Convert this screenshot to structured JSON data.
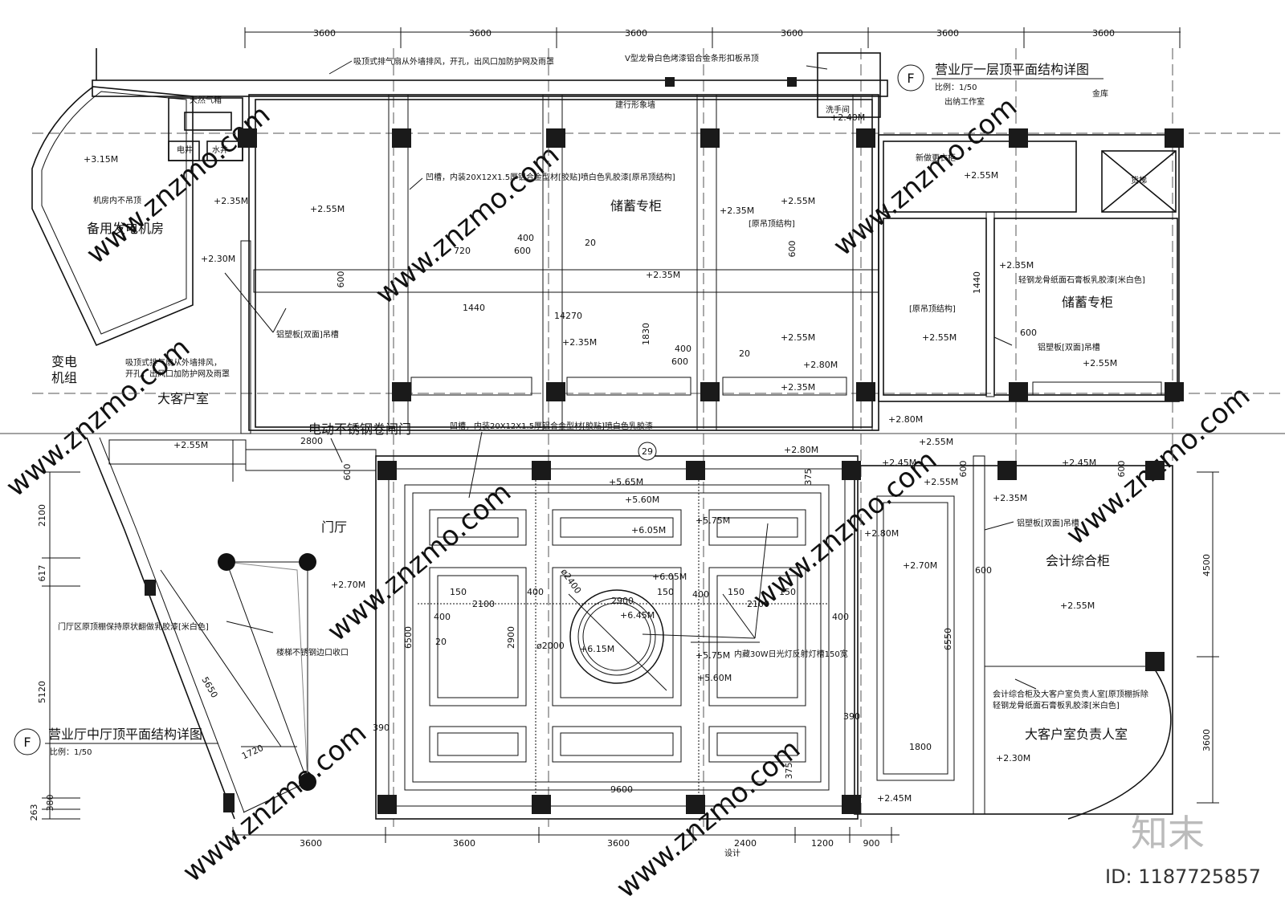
{
  "titles": {
    "upper": {
      "badge": "F",
      "name": "营业厅一层顶平面结构详图",
      "scale": "比例：1/50"
    },
    "lower": {
      "badge": "F",
      "name": "营业厅中厅顶平面结构详图",
      "scale": "比例：1/50"
    }
  },
  "grid_dims": {
    "top": [
      "3600",
      "3600",
      "3600",
      "3600",
      "3600",
      "3600"
    ],
    "bottom": [
      "3600",
      "3600",
      "3600",
      "2400",
      "1200",
      "900"
    ],
    "left": [
      "2100",
      "617",
      "5120",
      "380",
      "263"
    ],
    "right": [
      "4500",
      "3600"
    ]
  },
  "rooms": {
    "generator": "备用发电机房",
    "generator_note": "机房内不吊顶",
    "transformer_1": "变电",
    "transformer_2": "机组",
    "vip_room": "大客户室",
    "vip_manager": "大客户室负责人室",
    "lobby": "门厅",
    "savings_1": "储蓄专柜",
    "savings_2": "储蓄专柜",
    "accounting": "会计综合柜",
    "gas": "天然气箱",
    "elec_shaft": "电井",
    "water_shaft": "水井",
    "washroom": "洗手间",
    "cashier": "出纳工作室",
    "vault": "金库",
    "wardrobe": "新做更衣柜",
    "lift": "货梯",
    "image_wall": "建行形象墙",
    "rolling_door": "电动不锈钢卷闸门",
    "design": "设计"
  },
  "notes": {
    "exhaust_top": "吸顶式排气扇从外墙排风，开孔，出风口加防护网及雨罩",
    "exhaust_left_1": "吸顶式排气扇从外墙排风，",
    "exhaust_left_2": "开孔，出风口加防护网及雨罩",
    "v_keel": "V型龙骨白色烤漆铝合金条形扣板吊顶",
    "groove_1": "凹槽，内装20X12X1.5厚铝合金型材[胶贴]喷白色乳胶漆[原吊顶结构]",
    "groove_2": "凹槽，内装20X12X1.5厚铝合金型材[胶贴]喷白色乳胶漆",
    "orig_ceiling": "[原吊顶结构]",
    "orig_ceiling_2": "[原吊顶结构]",
    "alu_trough_1": "铝塑板[双面]吊槽",
    "alu_trough_2": "铝塑板[双面]吊槽",
    "alu_trough_3": "铝塑板[双面]吊槽",
    "gypsum": "轻钢龙骨纸面石膏板乳胶漆[米白色]",
    "lobby_note": "门厅区原顶棚保持原状翻做乳胶漆[米白色]",
    "stair_note": "楼梯不锈钢边口收口",
    "light_trough": "内藏30W日光灯反射灯槽150宽",
    "acc_note_1": "会计综合柜及大客户室负责人室[原顶棚拆除",
    "acc_note_2": "轻钢龙骨纸面石膏板乳胶漆[米白色]"
  },
  "elevations": [
    "+3.15M",
    "+2.35M",
    "+2.30M",
    "+2.55M",
    "+2.35M",
    "+2.35M",
    "+2.55M",
    "+2.35M",
    "+2.55M",
    "+2.40M",
    "+2.55M",
    "+2.35M",
    "+2.55M",
    "+2.55M",
    "+2.80M",
    "+2.35M",
    "+2.80M",
    "+2.55M",
    "+2.80M",
    "+2.55M",
    "+2.45M",
    "+2.45M",
    "+2.55M",
    "+5.65M",
    "+5.60M",
    "+6.05M",
    "+5.75M",
    "+6.05M",
    "+6.45M",
    "+6.15M",
    "+5.75M",
    "+5.60M",
    "+2.70M",
    "+2.80M",
    "+2.70M",
    "+2.35M",
    "+2.55M",
    "+2.30M",
    "+2.45M"
  ],
  "dims_inner": {
    "d720": "720",
    "d1440": "1440",
    "d14270": "14270",
    "d600": "600",
    "d400": "400",
    "d20": "20",
    "d1830": "1830",
    "d2800": "2800",
    "d9600": "9600",
    "d6500": "6500",
    "d2900": "2900",
    "d2100": "2100",
    "d150": "150",
    "d390": "390",
    "d6550": "6550",
    "d1800": "1800",
    "d5650": "5650",
    "d1720": "1720",
    "d2400": "ø2400",
    "d2000": "ø2000",
    "d375": "375",
    "d1440v": "1440"
  },
  "grid_bubble": "29",
  "watermark": {
    "brand": "知末",
    "id": "ID: 1187725857",
    "site": "www.znzmo.com"
  },
  "colors": {
    "line": "#111111",
    "column": "#1a1a1a",
    "watermark": "#cccccc"
  }
}
